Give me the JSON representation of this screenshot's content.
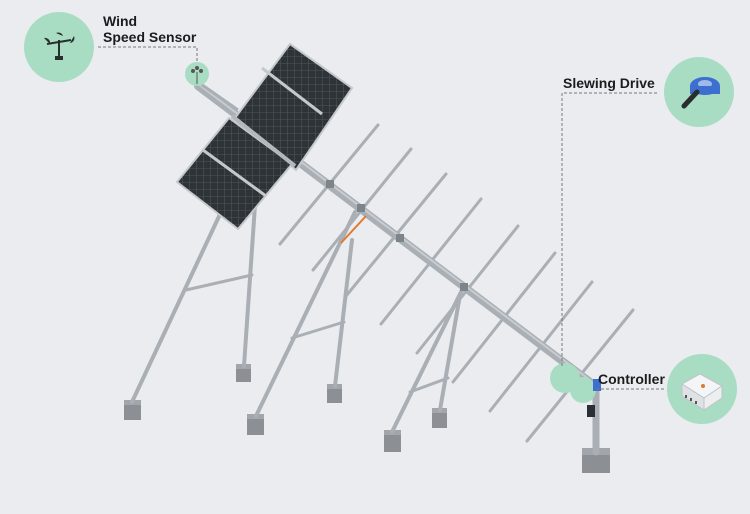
{
  "labels": {
    "wind_line1": "Wind",
    "wind_line2": "Speed Sensor",
    "slewing": "Slewing Drive",
    "controller": "Controller"
  },
  "colors": {
    "background": "#eaecef",
    "highlight": "#a8ddc4",
    "steel": "#a9afb4",
    "steel_dark": "#7d848a",
    "panel": "#2b2f33",
    "concrete": "#8c9094",
    "leader": "#777777",
    "drive_blue": "#3d6fd1"
  },
  "icons": {
    "wind": "anemometer-icon",
    "slewing": "slewing-drive-icon",
    "controller": "controller-box-icon"
  }
}
